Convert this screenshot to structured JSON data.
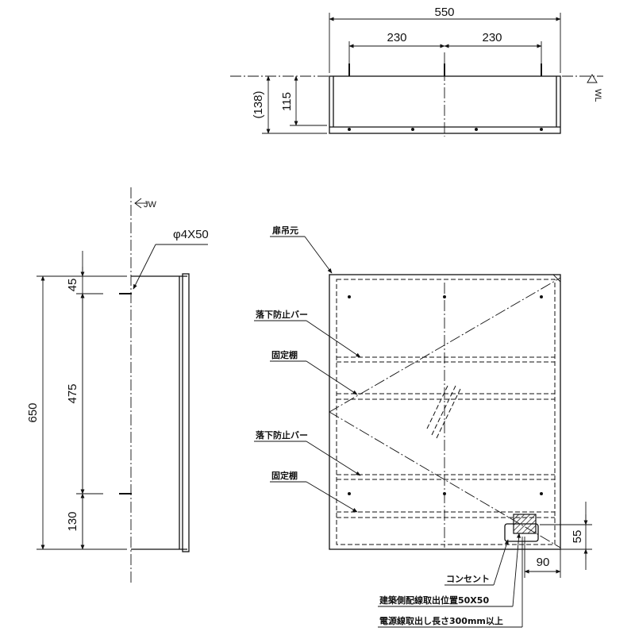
{
  "top_view": {
    "dim_overall_width": "550",
    "dim_left_span": "230",
    "dim_right_span": "230",
    "dim_depth_total": "(138)",
    "dim_depth_inner": "115",
    "wl_label": "WL"
  },
  "side_view": {
    "jw_label": "JW",
    "screw_label": "φ4X50",
    "dim_total_height": "650",
    "dim_top": "45",
    "dim_middle": "475",
    "dim_bottom": "130"
  },
  "front_view": {
    "label_hinge_side": "扉吊元",
    "label_drop_bar_1": "落下防止バー",
    "label_fixed_shelf_1": "固定棚",
    "label_drop_bar_2": "落下防止バー",
    "label_fixed_shelf_2": "固定棚",
    "dim_outlet_height": "55",
    "dim_outlet_offset": "90",
    "label_outlet": "コンセント",
    "label_wiring_position": "建築側配線取出位置50X50",
    "label_cord_length": "電源線取出し長さ300mm以上"
  }
}
